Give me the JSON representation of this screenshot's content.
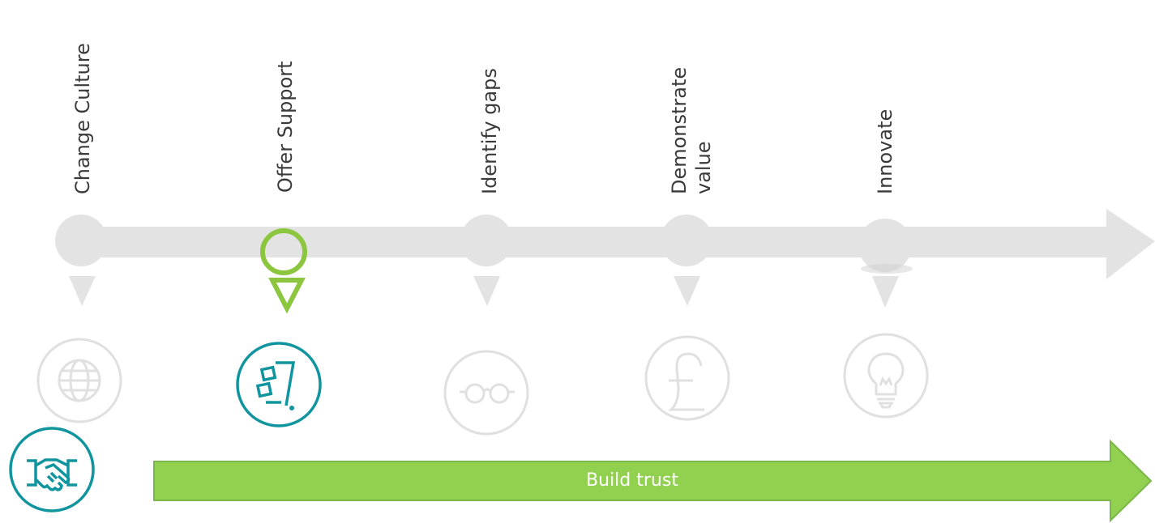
{
  "steps": [
    {
      "label_lines": [
        "Change Culture"
      ],
      "icon": "globe-icon",
      "active": false
    },
    {
      "label_lines": [
        "Offer Support"
      ],
      "icon": "checklist-icon",
      "active": true
    },
    {
      "label_lines": [
        "Identify gaps"
      ],
      "icon": "glasses-icon",
      "active": false
    },
    {
      "label_lines": [
        "Demonstrate",
        "value"
      ],
      "icon": "pound-icon",
      "active": false
    },
    {
      "label_lines": [
        "Innovate"
      ],
      "icon": "lightbulb-icon",
      "active": false
    }
  ],
  "trust_bar": {
    "label": "Build trust",
    "icon": "handshake-icon"
  },
  "colors": {
    "timeline_gray": "#e3e3e3",
    "icon_gray": "#e0e0e0",
    "active_green": "#8cc63f",
    "teal": "#10959e",
    "trust_arrow": "#92d050",
    "trust_border": "#7ab648"
  }
}
